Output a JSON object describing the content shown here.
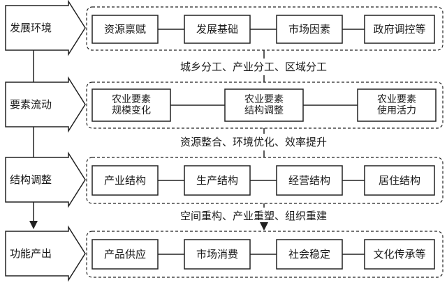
{
  "stages": [
    {
      "label": "发展环境",
      "items": [
        "资源禀赋",
        "发展基础",
        "市场因素",
        "政府调控等"
      ]
    },
    {
      "label": "要素流动",
      "items": [
        "农业要素\n规模变化",
        "农业要素\n结构调整",
        "农业要素\n使用活力"
      ]
    },
    {
      "label": "结构调整",
      "items": [
        "产业结构",
        "生产结构",
        "经营结构",
        "居住结构"
      ]
    },
    {
      "label": "功能产出",
      "items": [
        "产品供应",
        "市场消费",
        "社会稳定",
        "文化传承等"
      ]
    }
  ],
  "connectors": [
    "城乡分工、产业分工、区域分工",
    "资源整合、环境优化、效率提升",
    "空间重构、产业重塑、组织重建"
  ],
  "colors": {
    "stroke": "#222222",
    "background": "#ffffff"
  }
}
